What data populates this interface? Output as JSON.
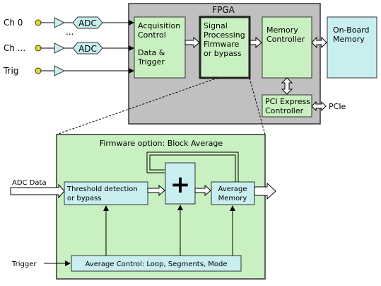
{
  "inputs": {
    "ch0": "Ch 0",
    "chn": "Ch ...",
    "trig": "Trig",
    "adc_top": "ADC",
    "adc_bottom": "ADC",
    "ellipsis": "..."
  },
  "fpga": {
    "title": "FPGA",
    "acquisition_line1": "Acquisition",
    "acquisition_line2": "Control",
    "data_trigger_line1": "Data &",
    "data_trigger_line2": "Trigger",
    "signal_line1": "Signal",
    "signal_line2": "Processing",
    "signal_line3": "Firmware",
    "signal_line4": "or bypass",
    "memory_line1": "Memory",
    "memory_line2": "Controller",
    "pcie_line1": "PCI Express",
    "pcie_line2": "Controller"
  },
  "outputs": {
    "onboard_line1": "On-Board",
    "onboard_line2": "Memory",
    "pcie": "PCIe"
  },
  "detail": {
    "title": "Firmware option: Block Average",
    "adc_data": "ADC Data",
    "trigger": "Trigger",
    "threshold_line1": "Threshold detection",
    "threshold_line2": "or bypass",
    "plus": "+",
    "average_line1": "Average",
    "average_line2": "Memory",
    "average_control": "Average Control: Loop, Segments, Mode"
  },
  "colors": {
    "fpga_gray": "#c0c0c0",
    "block_green": "#c8f0c0",
    "block_cyan": "#c8eef0",
    "input_dot": "#e8d820"
  }
}
